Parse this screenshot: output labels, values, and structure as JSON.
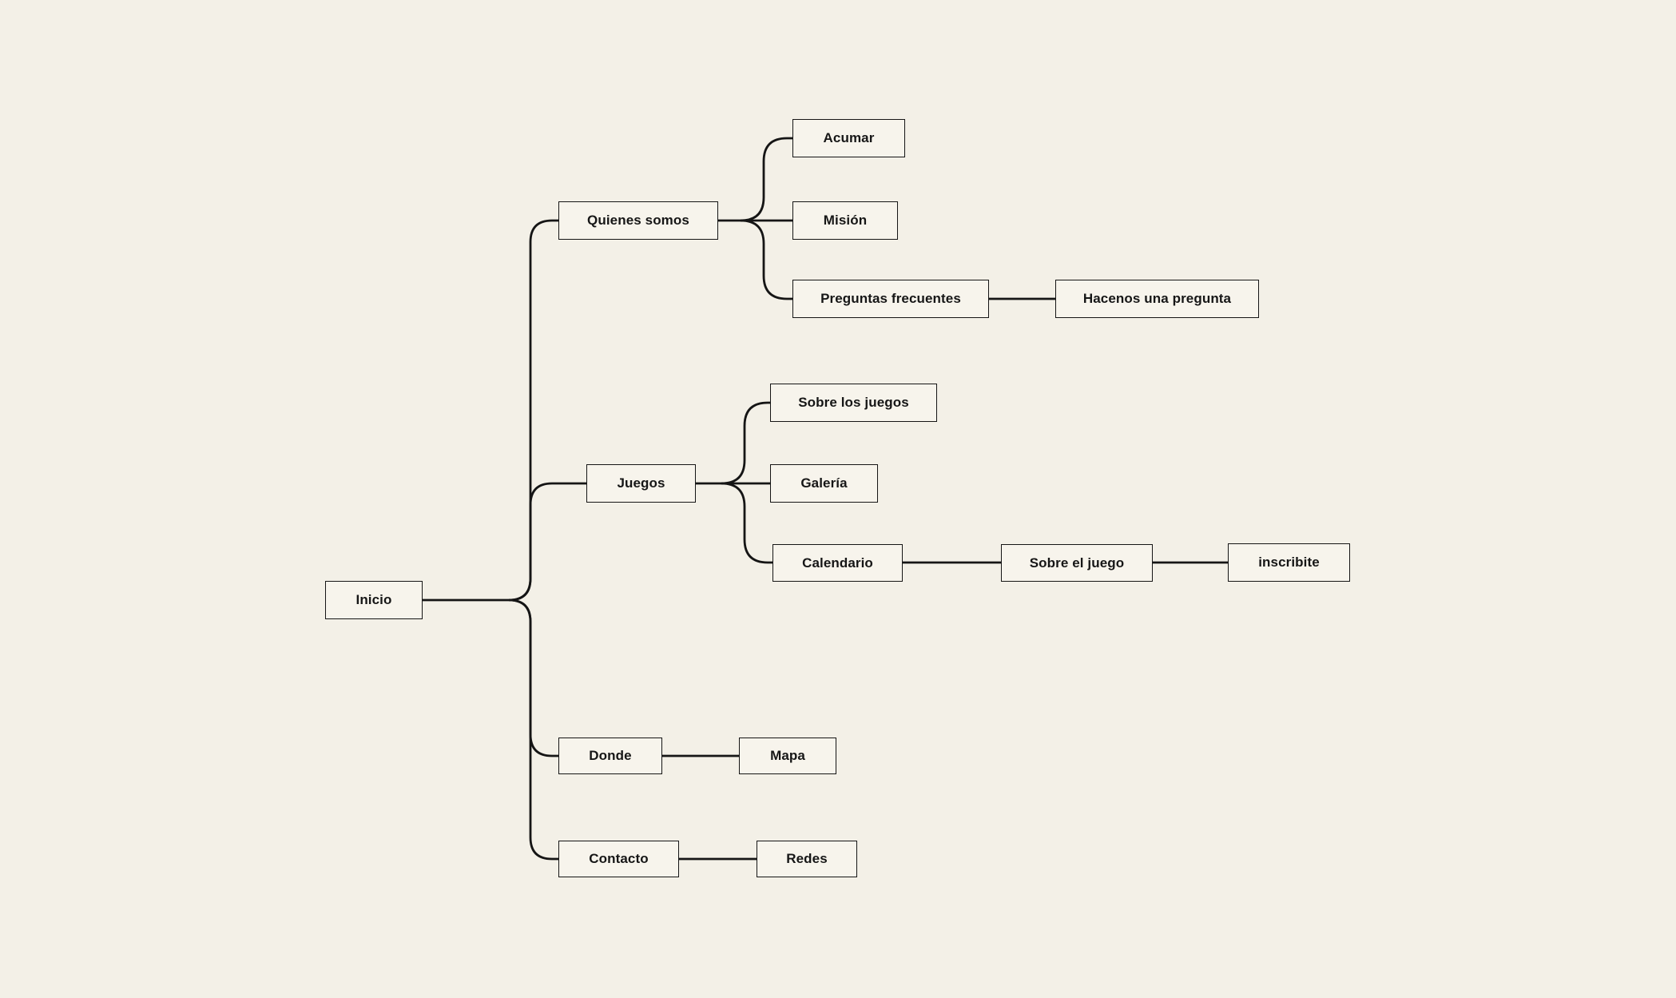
{
  "canvas": {
    "background_color": "#f3f0e7"
  },
  "style": {
    "node_fill_color": "#f7f4ec",
    "node_border_color": "#151515",
    "connector_color": "#151515",
    "label_color": "#161616"
  },
  "nodes": [
    {
      "id": "inicio",
      "label": "Inicio"
    },
    {
      "id": "quienes-somos",
      "label": "Quienes somos"
    },
    {
      "id": "acumar",
      "label": "Acumar"
    },
    {
      "id": "mision",
      "label": "Misión"
    },
    {
      "id": "preguntas-frecuentes",
      "label": "Preguntas frecuentes"
    },
    {
      "id": "hacenos-una-pregunta",
      "label": "Hacenos una pregunta"
    },
    {
      "id": "juegos",
      "label": "Juegos"
    },
    {
      "id": "sobre-los-juegos",
      "label": "Sobre los juegos"
    },
    {
      "id": "galeria",
      "label": "Galería"
    },
    {
      "id": "calendario",
      "label": "Calendario"
    },
    {
      "id": "sobre-el-juego",
      "label": "Sobre el juego"
    },
    {
      "id": "inscribite",
      "label": "inscribite"
    },
    {
      "id": "donde",
      "label": "Donde"
    },
    {
      "id": "mapa",
      "label": "Mapa"
    },
    {
      "id": "contacto",
      "label": "Contacto"
    },
    {
      "id": "redes",
      "label": "Redes"
    }
  ],
  "edges": [
    {
      "from": "inicio",
      "to": "quienes-somos"
    },
    {
      "from": "inicio",
      "to": "juegos"
    },
    {
      "from": "inicio",
      "to": "donde"
    },
    {
      "from": "inicio",
      "to": "contacto"
    },
    {
      "from": "quienes-somos",
      "to": "acumar"
    },
    {
      "from": "quienes-somos",
      "to": "mision"
    },
    {
      "from": "quienes-somos",
      "to": "preguntas-frecuentes"
    },
    {
      "from": "preguntas-frecuentes",
      "to": "hacenos-una-pregunta"
    },
    {
      "from": "juegos",
      "to": "sobre-los-juegos"
    },
    {
      "from": "juegos",
      "to": "galeria"
    },
    {
      "from": "juegos",
      "to": "calendario"
    },
    {
      "from": "calendario",
      "to": "sobre-el-juego"
    },
    {
      "from": "sobre-el-juego",
      "to": "inscribite"
    },
    {
      "from": "donde",
      "to": "mapa"
    },
    {
      "from": "contacto",
      "to": "redes"
    }
  ]
}
